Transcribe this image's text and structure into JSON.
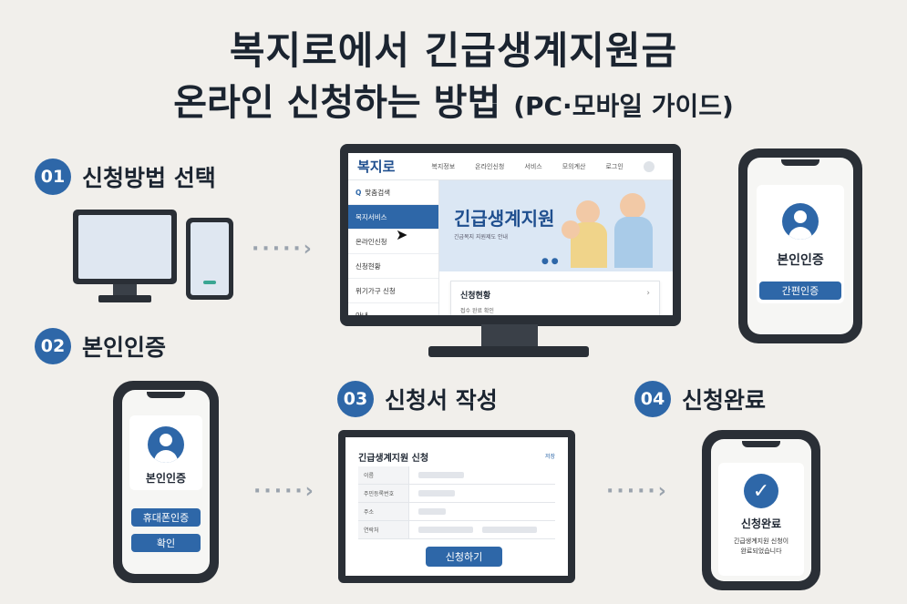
{
  "title": {
    "line1": "복지로에서 긴급생계지원금",
    "line2": "온라인 신청하는 방법",
    "line2_sub": "(PC·모바일 가이드)"
  },
  "steps": [
    {
      "num": "01",
      "label": "신청방법 선택"
    },
    {
      "num": "02",
      "label": "본인인증"
    },
    {
      "num": "03",
      "label": "신청서 작성"
    },
    {
      "num": "04",
      "label": "신청완료"
    }
  ],
  "monitor": {
    "logo": "복지로",
    "nav": [
      "복지정보",
      "온라인신청",
      "서비스",
      "모의계산",
      "로그인"
    ],
    "side": [
      "맞춤검색",
      "복지서비스",
      "온라인신청",
      "신청현황",
      "위기가구 신청",
      "안내"
    ],
    "active_side_index": 1,
    "hero_title": "긴급생계지원",
    "hero_sub": "긴급복지 지원제도 안내",
    "panel_title": "신청현황",
    "panel_sub": "접수 완료 확인"
  },
  "phone_top": {
    "title": "본인인증",
    "button": "간편인증"
  },
  "phone_left": {
    "title": "본인인증",
    "button1": "휴대폰인증",
    "button2": "확인"
  },
  "form": {
    "title": "긴급생계지원 신청",
    "corner": "저장",
    "rows": [
      "이름",
      "주민등록번호",
      "주소",
      "연락처"
    ],
    "submit": "신청하기"
  },
  "phone_right": {
    "title": "신청완료",
    "line1": "긴급생계지원 신청이",
    "line2": "완료되었습니다"
  },
  "colors": {
    "accent": "#2e67a8",
    "bg": "#f1efeb",
    "frame": "#2a2f36"
  }
}
